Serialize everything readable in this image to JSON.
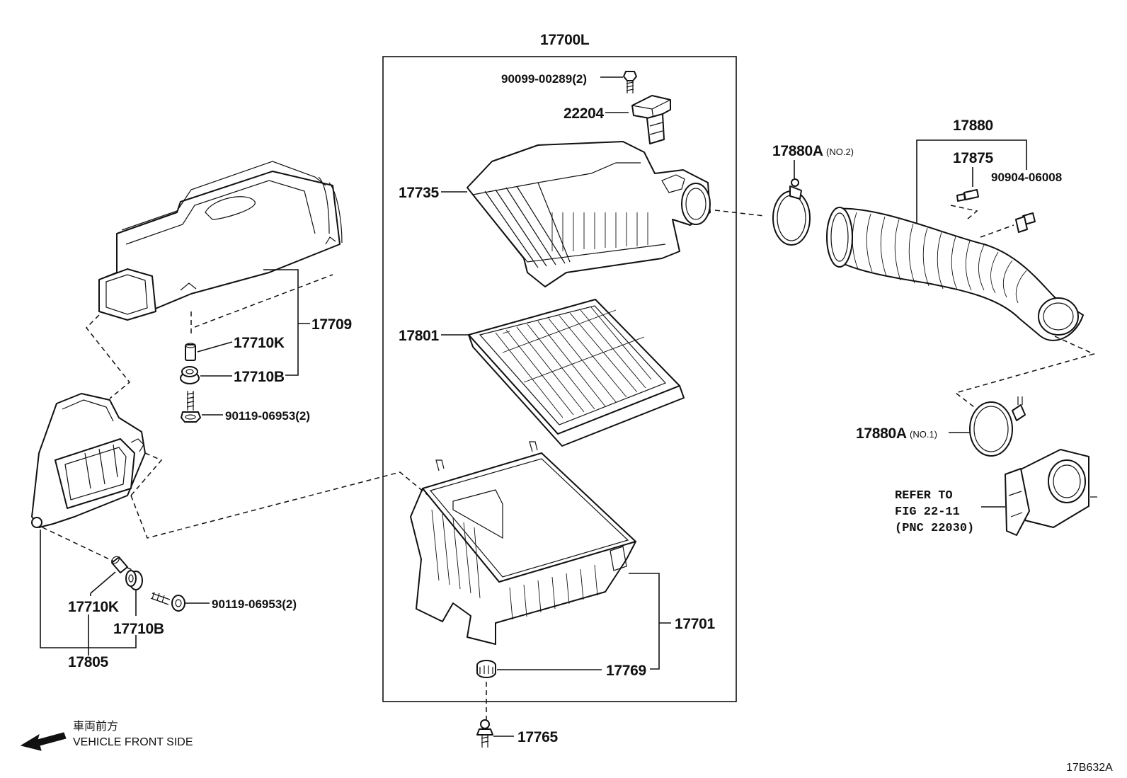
{
  "labels": {
    "box_17700L": "17700L",
    "bolt_90099": "90099-00289(2)",
    "sensor_22204": "22204",
    "cap_17735": "17735",
    "element_17801": "17801",
    "case_17701": "17701",
    "grommet_17769": "17769",
    "bolt_17765": "17765",
    "clamp_17880A_no2": "17880A",
    "clamp_17880A_no2_suffix": "(NO.2)",
    "hose_17880": "17880",
    "plug_17875": "17875",
    "plug_90904": "90904-06008",
    "clamp_17880A_no1": "17880A",
    "clamp_17880A_no1_suffix": "(NO.1)",
    "duct_17709": "17709",
    "collar_17710K_top": "17710K",
    "grommet_17710B_top": "17710B",
    "bolt_90119_top": "90119-06953(2)",
    "collar_17710K_bottom": "17710K",
    "grommet_17710B_bottom": "17710B",
    "bolt_90119_bottom": "90119-06953(2)",
    "duct_17805": "17805"
  },
  "refer_note": [
    "REFER TO",
    "FIG 22-11",
    "(PNC 22030)"
  ],
  "legend": {
    "japanese": "車両前方",
    "english": "VEHICLE FRONT SIDE"
  },
  "figure_id": "17B632A"
}
